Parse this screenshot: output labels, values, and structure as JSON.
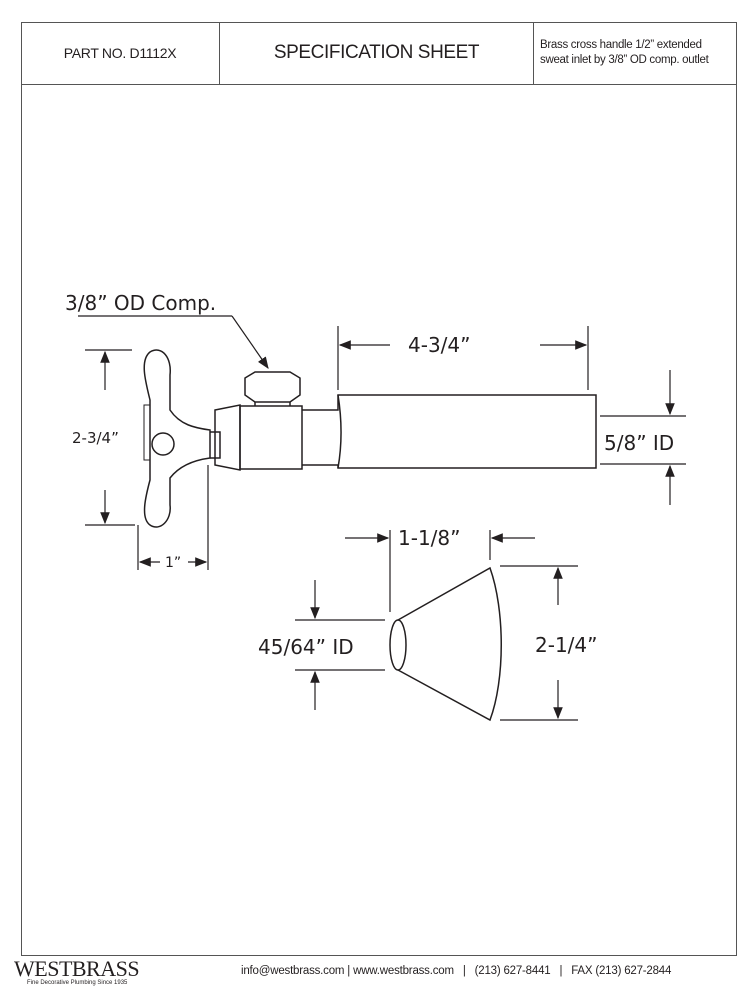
{
  "header": {
    "part_no": "PART NO.  D1112X",
    "title": "SPECIFICATION SHEET",
    "description": "Brass cross handle 1/2” extended sweat inlet by 3/8” OD comp. outlet"
  },
  "dimensions": {
    "outlet": "3/8” OD Comp.",
    "length": "4-3/4”",
    "pipe_id": "5/8” ID",
    "handle_height": "2-3/4”",
    "handle_depth": "1”",
    "flange_depth": "1-1/8”",
    "flange_id": "45/64” ID",
    "flange_diameter": "2-1/4”"
  },
  "footer": {
    "brand": "WESTBRASS",
    "tagline": "Fine Decorative Plumbing Since 1935",
    "email": "info@westbrass.com",
    "website": "www.westbrass.com",
    "phone": "(213) 627-8441",
    "fax": "FAX (213) 627-2844"
  }
}
